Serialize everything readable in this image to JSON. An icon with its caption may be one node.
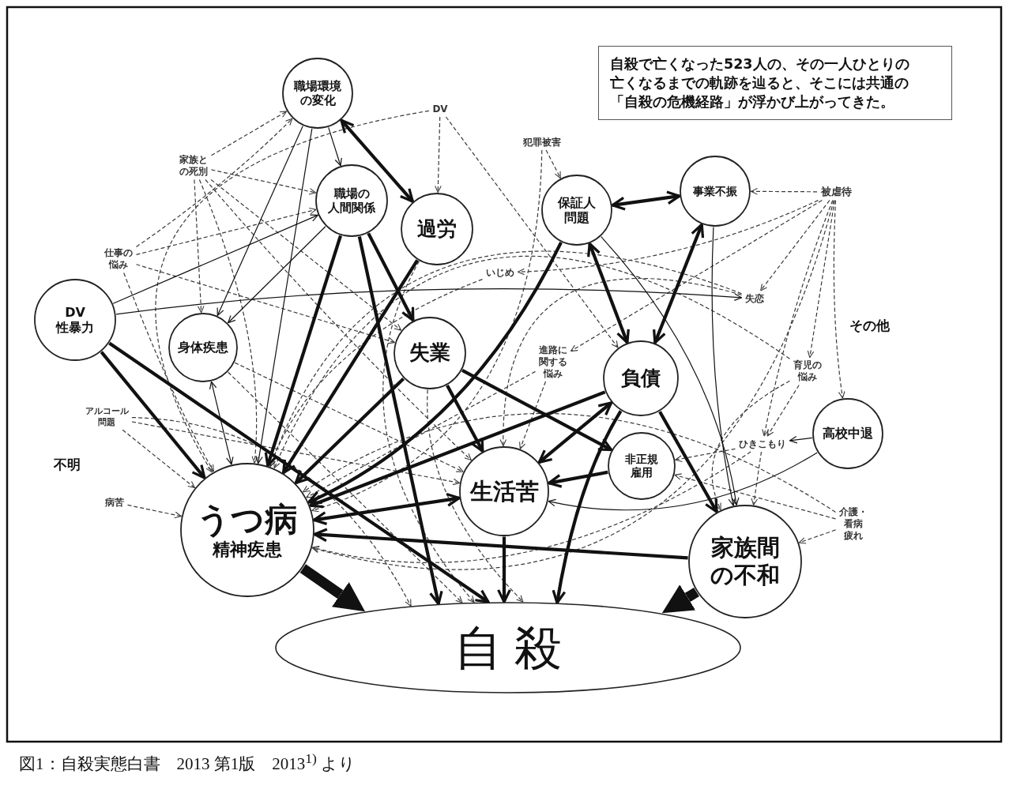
{
  "diagram": {
    "caption": "図1：自殺実態白書　2013 第1版　2013$^{1)}$ より",
    "nodes": [
      {
        "text": [
          "職場環境の変化"
        ]
      },
      {
        "text": [
          "自殺で亡くなった523人の、その一人ひとりの亡くなるまでの軌跡を辿ると、そこには共通の「自殺の危機経路」が浮かび上がってきた。"
        ]
      },
      {
        "text": [
          "DV"
        ]
      },
      {
        "text": [
          "犯罪被害"
        ]
      },
      {
        "text": [
          "家族との死別"
        ]
      },
      {
        "text": [
          "職場の人間関係"
        ]
      },
      {
        "text": [
          "事業不振"
        ]
      },
      {
        "text": [
          "被虐待"
        ]
      },
      {
        "text": [
          "保証人問題"
        ]
      },
      {
        "text": [
          "過労"
        ]
      },
      {
        "text": [
          "仕事の悩み"
        ]
      },
      {
        "text": [
          "いじめ"
        ]
      },
      {
        "text": [
          "失恋"
        ]
      },
      {
        "text": [
          "DV性暴力"
        ]
      },
      {
        "text": [
          "身体疾患"
        ]
      },
      {
        "text": [
          "失業"
        ]
      },
      {
        "text": [
          "進路に関する悩み"
        ]
      },
      {
        "text": [
          "育児の悩み"
        ]
      },
      {
        "text": [
          "負債"
        ]
      },
      {
        "text": [
          "アルコール問題"
        ]
      },
      {
        "text": [
          "高校中退"
        ]
      },
      {
        "text": [
          "ひきこもり"
        ]
      },
      {
        "text": [
          "非正規雇用"
        ]
      },
      {
        "text": [
          "生活苦"
        ]
      },
      {
        "text": [
          "病苦"
        ]
      },
      {
        "text": [
          "介護・看病疲れ"
        ]
      },
      {
        "text": [
          "うつ病",
          "精神疾患"
        ]
      },
      {
        "text": [
          "家族間の不和"
        ]
      },
      {
        "text": [
          "自殺"
        ]
      }
    ],
    "edges": [
      {
        "from": 0,
        "to": 9,
        "arrow": "both",
        "style": "thick"
      },
      {
        "from": 0,
        "to": 5,
        "arrow": "to"
      },
      {
        "from": 0,
        "to": 14,
        "arrow": "to"
      },
      {
        "from": 0,
        "to": 26,
        "arrow": "to"
      },
      {
        "from": 5,
        "to": 26,
        "arrow": "to",
        "style": "thick"
      },
      {
        "from": 5,
        "to": 28,
        "arrow": "to",
        "style": "thick"
      },
      {
        "from": 5,
        "to": 15,
        "arrow": "to",
        "style": "thick"
      },
      {
        "from": 5,
        "to": 14,
        "arrow": "to"
      },
      {
        "from": 9,
        "to": 26,
        "arrow": "to",
        "style": "thick"
      },
      {
        "from": 8,
        "to": 6,
        "arrow": "both",
        "style": "thick"
      },
      {
        "from": 8,
        "to": 18,
        "arrow": "both",
        "style": "thick"
      },
      {
        "from": 6,
        "to": 18,
        "arrow": "both",
        "style": "thick"
      },
      {
        "from": 8,
        "to": 26,
        "arrow": "to",
        "style": "thick"
      },
      {
        "from": 15,
        "to": 23,
        "arrow": "to",
        "style": "thick"
      },
      {
        "from": 15,
        "to": 22,
        "arrow": "to",
        "style": "thick"
      },
      {
        "from": 15,
        "to": 26,
        "arrow": "to",
        "style": "thick"
      },
      {
        "from": 18,
        "to": 23,
        "arrow": "both",
        "style": "thick"
      },
      {
        "from": 18,
        "to": 28,
        "arrow": "to",
        "style": "thick"
      },
      {
        "from": 18,
        "to": 27,
        "arrow": "to",
        "style": "thick"
      },
      {
        "from": 18,
        "to": 26,
        "arrow": "to",
        "style": "thick"
      },
      {
        "from": 22,
        "to": 23,
        "arrow": "to",
        "style": "thick"
      },
      {
        "from": 23,
        "to": 28,
        "arrow": "to",
        "style": "thick"
      },
      {
        "from": 26,
        "to": 23,
        "arrow": "both",
        "style": "thick"
      },
      {
        "from": 27,
        "to": 26,
        "arrow": "to",
        "style": "thick"
      },
      {
        "from": 27,
        "to": 28,
        "arrow": "to",
        "style": "thick"
      },
      {
        "from": 26,
        "to": 28,
        "arrow": "to",
        "style": "thick"
      },
      {
        "from": 13,
        "to": 26,
        "arrow": "to",
        "style": "thick"
      },
      {
        "from": 13,
        "to": 28,
        "arrow": "to",
        "style": "thick"
      },
      {
        "from": 13,
        "to": 12,
        "arrow": "to"
      },
      {
        "from": 13,
        "to": 5,
        "arrow": "to"
      },
      {
        "from": 14,
        "to": 26,
        "arrow": "both"
      },
      {
        "from": 20,
        "to": 21,
        "arrow": "to"
      },
      {
        "from": 20,
        "to": 23,
        "arrow": "to"
      },
      {
        "from": 6,
        "to": 27,
        "arrow": "to"
      },
      {
        "from": 8,
        "to": 27,
        "arrow": "to"
      },
      {
        "from": 2,
        "to": 9,
        "arrow": "to",
        "style": "dashed"
      },
      {
        "from": 2,
        "to": 26,
        "arrow": "to",
        "style": "dashed"
      },
      {
        "from": 2,
        "to": 18,
        "arrow": "to",
        "style": "dashed"
      },
      {
        "from": 3,
        "to": 26,
        "arrow": "to",
        "style": "dashed"
      },
      {
        "from": 3,
        "to": 8,
        "arrow": "to",
        "style": "dashed"
      },
      {
        "from": 4,
        "to": 0,
        "arrow": "to",
        "style": "dashed"
      },
      {
        "from": 4,
        "to": 5,
        "arrow": "to",
        "style": "dashed"
      },
      {
        "from": 4,
        "to": 14,
        "arrow": "to",
        "style": "dashed"
      },
      {
        "from": 4,
        "to": 26,
        "arrow": "to",
        "style": "dashed"
      },
      {
        "from": 4,
        "to": 15,
        "arrow": "to",
        "style": "dashed"
      },
      {
        "from": 4,
        "to": 23,
        "arrow": "to",
        "style": "dashed"
      },
      {
        "from": 10,
        "to": 0,
        "arrow": "to",
        "style": "dashed"
      },
      {
        "from": 10,
        "to": 5,
        "arrow": "to",
        "style": "dashed"
      },
      {
        "from": 10,
        "to": 26,
        "arrow": "to",
        "style": "dashed"
      },
      {
        "from": 10,
        "to": 15,
        "arrow": "to",
        "style": "dashed"
      },
      {
        "from": 7,
        "to": 6,
        "arrow": "to",
        "style": "dashed"
      },
      {
        "from": 7,
        "to": 12,
        "arrow": "to",
        "style": "dashed"
      },
      {
        "from": 7,
        "to": 17,
        "arrow": "to",
        "style": "dashed"
      },
      {
        "from": 7,
        "to": 20,
        "arrow": "to",
        "style": "dashed"
      },
      {
        "from": 7,
        "to": 21,
        "arrow": "to",
        "style": "dashed"
      },
      {
        "from": 7,
        "to": 26,
        "arrow": "to",
        "style": "dashed"
      },
      {
        "from": 7,
        "to": 11,
        "arrow": "to",
        "style": "dashed"
      },
      {
        "from": 7,
        "to": 16,
        "arrow": "to",
        "style": "dashed"
      },
      {
        "from": 12,
        "to": 26,
        "arrow": "to",
        "style": "dashed"
      },
      {
        "from": 12,
        "to": 23,
        "arrow": "to",
        "style": "dashed"
      },
      {
        "from": 16,
        "to": 26,
        "arrow": "to",
        "style": "dashed"
      },
      {
        "from": 16,
        "to": 23,
        "arrow": "to",
        "style": "dashed"
      },
      {
        "from": 17,
        "to": 21,
        "arrow": "to",
        "style": "dashed"
      },
      {
        "from": 17,
        "to": 27,
        "arrow": "to",
        "style": "dashed"
      },
      {
        "from": 17,
        "to": 26,
        "arrow": "to",
        "style": "dashed"
      },
      {
        "from": 19,
        "to": 26,
        "arrow": "to",
        "style": "dashed"
      },
      {
        "from": 19,
        "to": 23,
        "arrow": "to",
        "style": "dashed"
      },
      {
        "from": 19,
        "to": 28,
        "arrow": "to",
        "style": "dashed"
      },
      {
        "from": 21,
        "to": 26,
        "arrow": "to",
        "style": "dashed"
      },
      {
        "from": 21,
        "to": 27,
        "arrow": "to",
        "style": "dashed"
      },
      {
        "from": 21,
        "to": 22,
        "arrow": "to",
        "style": "dashed"
      },
      {
        "from": 24,
        "to": 26,
        "arrow": "to",
        "style": "dashed"
      },
      {
        "from": 25,
        "to": 27,
        "arrow": "to",
        "style": "dashed"
      },
      {
        "from": 25,
        "to": 22,
        "arrow": "to",
        "style": "dashed"
      },
      {
        "from": 25,
        "to": 26,
        "arrow": "to",
        "style": "dashed"
      },
      {
        "from": 14,
        "to": 28,
        "arrow": "to",
        "style": "dashed"
      },
      {
        "from": 14,
        "to": 23,
        "arrow": "to",
        "style": "dashed"
      },
      {
        "from": 11,
        "to": 26,
        "arrow": "to",
        "style": "dashed"
      },
      {
        "from": 9,
        "to": 28,
        "arrow": "to",
        "style": "dashed"
      },
      {
        "from": 15,
        "to": 28,
        "arrow": "to",
        "style": "dashed"
      }
    ],
    "labels": [
      "その他",
      "不明"
    ]
  }
}
